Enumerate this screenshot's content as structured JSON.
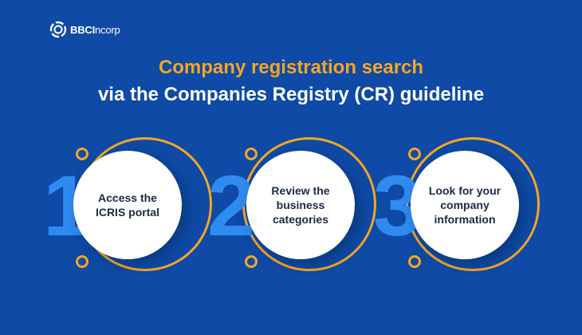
{
  "brand": {
    "name_bold": "BBCI",
    "name_light": "ncorp"
  },
  "title": {
    "line1": "Company registration search",
    "line2": "via the Companies Registry (CR) guideline"
  },
  "steps": [
    {
      "number": "1",
      "label": "Access the ICRIS portal"
    },
    {
      "number": "2",
      "label": "Review the business categories"
    },
    {
      "number": "3",
      "label": "Look for your company information"
    }
  ],
  "colors": {
    "background": "#0e4aa6",
    "accent": "#f5a623",
    "number": "#2f8bf0",
    "disc": "#ffffff"
  }
}
